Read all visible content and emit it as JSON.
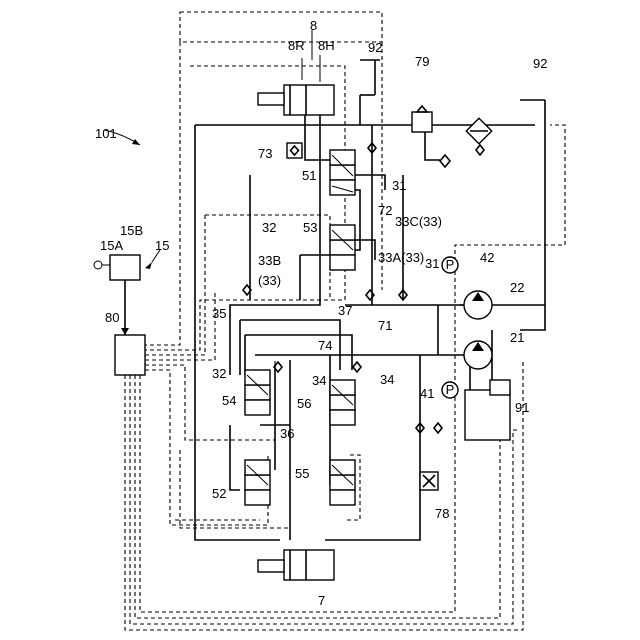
{
  "labels": {
    "l101": "101",
    "l15": "15",
    "l15a": "15A",
    "l15b": "15B",
    "l80": "80",
    "l8": "8",
    "l8r": "8R",
    "l8h": "8H",
    "l92a": "92",
    "l92b": "92",
    "l79": "79",
    "l73": "73",
    "l51": "51",
    "l31a": "31",
    "l31b": "31",
    "l32a": "32",
    "l32b": "32",
    "l53": "53",
    "l72": "72",
    "l33c": "33C(33)",
    "l33a": "33A(33)",
    "l33b": "33B",
    "l33b2": "(33)",
    "l42": "42",
    "l22": "22",
    "l21": "21",
    "l35": "35",
    "l37": "37",
    "l71": "71",
    "l74": "74",
    "l34a": "34",
    "l34b": "34",
    "l41": "41",
    "l54": "54",
    "l56": "56",
    "l36": "36",
    "l91": "91",
    "l52": "52",
    "l55": "55",
    "l78": "78",
    "l7": "7"
  },
  "gauge_symbol": "P"
}
